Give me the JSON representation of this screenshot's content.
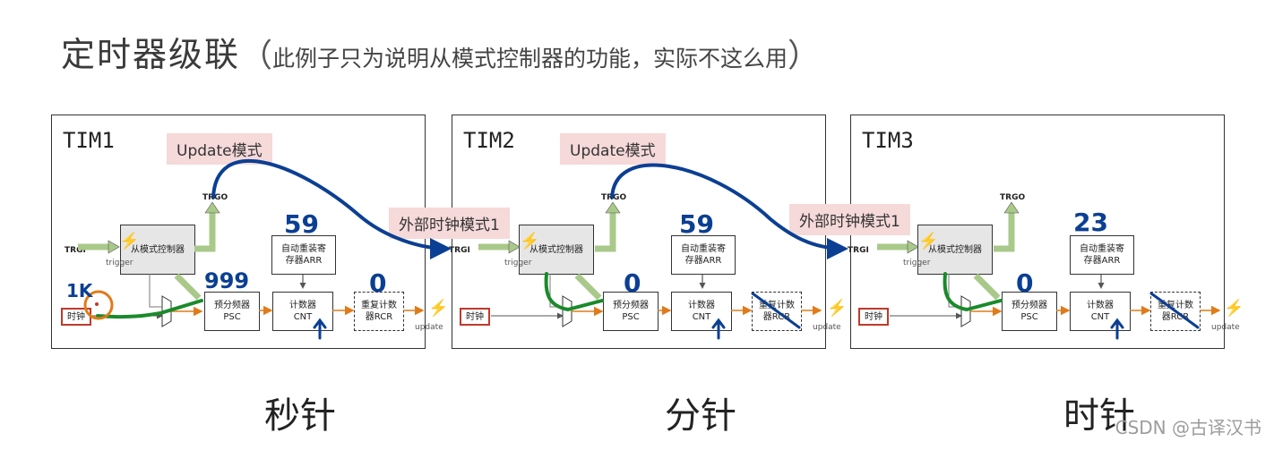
{
  "title": {
    "main": "定时器级联",
    "paren_open": "（",
    "note": "此例子只为说明从模式控制器的功能，实际不这么用",
    "paren_close": "）"
  },
  "blocks": {
    "slave_ctrl": "从模式控制器",
    "trgi": "TRGI",
    "trgo": "TRGO",
    "trigger": "trigger",
    "psc_line1": "预分频器",
    "psc_line2": "PSC",
    "arr_line1": "自动重装寄",
    "arr_line2": "存器ARR",
    "cnt_line1": "计数器",
    "cnt_line2": "CNT",
    "rcr_line1": "重复计数",
    "rcr_line2": "器RCR",
    "clock": "时钟",
    "update": "update"
  },
  "timers": [
    {
      "name": "TIM1",
      "mode_label": "Update模式",
      "caption": "秒针",
      "annot_arr": "59",
      "annot_psc": "999",
      "annot_rcr": "0",
      "annot_clock": "1K"
    },
    {
      "name": "TIM2",
      "mode_label": "Update模式",
      "caption": "分针",
      "annot_arr": "59",
      "annot_psc": "0",
      "annot_rcr": "",
      "annot_clock": ""
    },
    {
      "name": "TIM3",
      "mode_label": "",
      "caption": "时针",
      "annot_arr": "23",
      "annot_psc": "0",
      "annot_rcr": "",
      "annot_clock": ""
    }
  ],
  "links": [
    {
      "label": "外部时钟模式1"
    },
    {
      "label": "外部时钟模式1"
    }
  ],
  "colors": {
    "arrow_green": "#a9c98a",
    "ink_blue": "#0b3f93",
    "ink_green": "#1a8a2a",
    "ink_orange": "#e07b1a",
    "label_pink": "#f6d9d9",
    "clock_red": "#c0392b"
  },
  "watermark": "CSDN @古译汉书"
}
